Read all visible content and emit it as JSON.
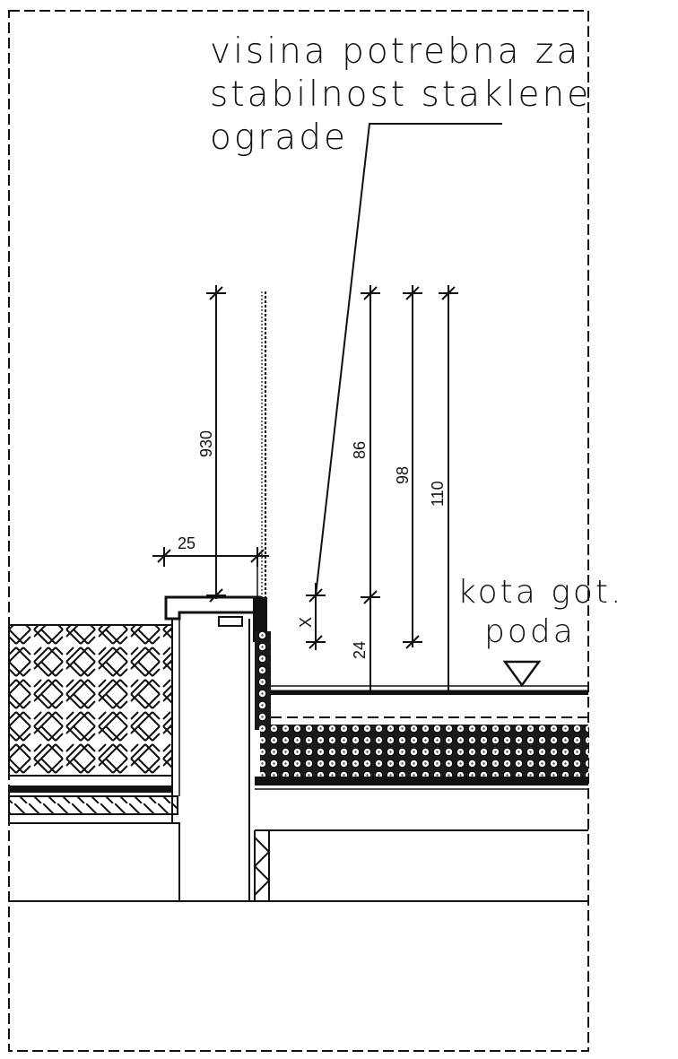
{
  "annotation": {
    "line1": "visina potrebna za",
    "line2": "stabilnost staklene",
    "line3": "ograde"
  },
  "floor_level": {
    "line1": "kota got.",
    "line2": "poda"
  },
  "dimensions": {
    "d930": "930",
    "d25": "25",
    "d86": "86",
    "d98": "98",
    "d110": "110",
    "dx": "X",
    "d24": "24"
  }
}
